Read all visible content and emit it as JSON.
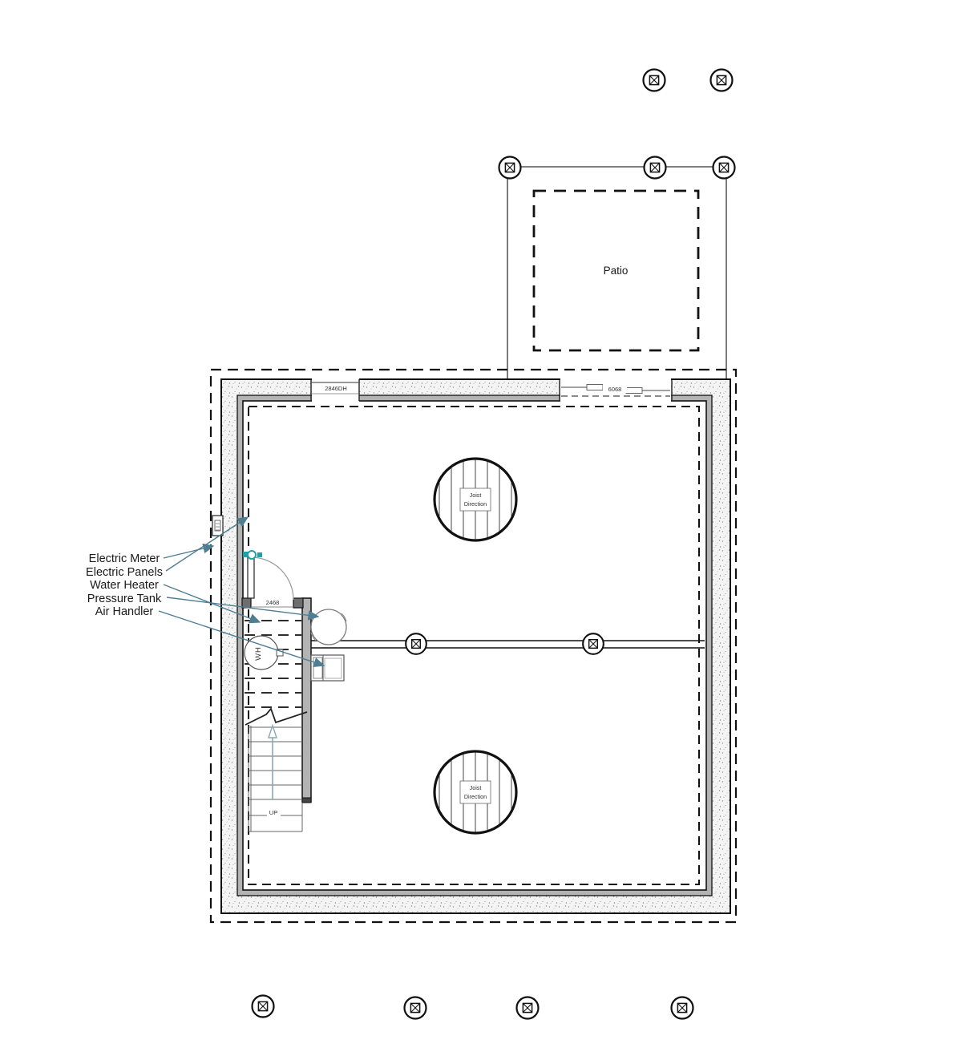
{
  "plan": {
    "patio_label": "Patio",
    "top_window_label": "2846DH",
    "patio_door_label": "6068",
    "mech_door_label": "2468",
    "stairs_up_label": "UP",
    "water_heater_tag": "WH",
    "joist_label_line1": "Joist",
    "joist_label_line2": "Direction",
    "callouts": [
      {
        "label": "Electric Meter"
      },
      {
        "label": "Electric Panels"
      },
      {
        "label": "Water Heater"
      },
      {
        "label": "Pressure Tank"
      },
      {
        "label": "Air Handler"
      }
    ],
    "colors": {
      "line": "#1a1a1a",
      "wall_fill": "#b3b3b3",
      "concrete_fill": "#f4f4f4",
      "leader": "#4e7e92",
      "door_symbol": "#1fa0a5",
      "stair_arrow": "#86a9b6"
    }
  }
}
